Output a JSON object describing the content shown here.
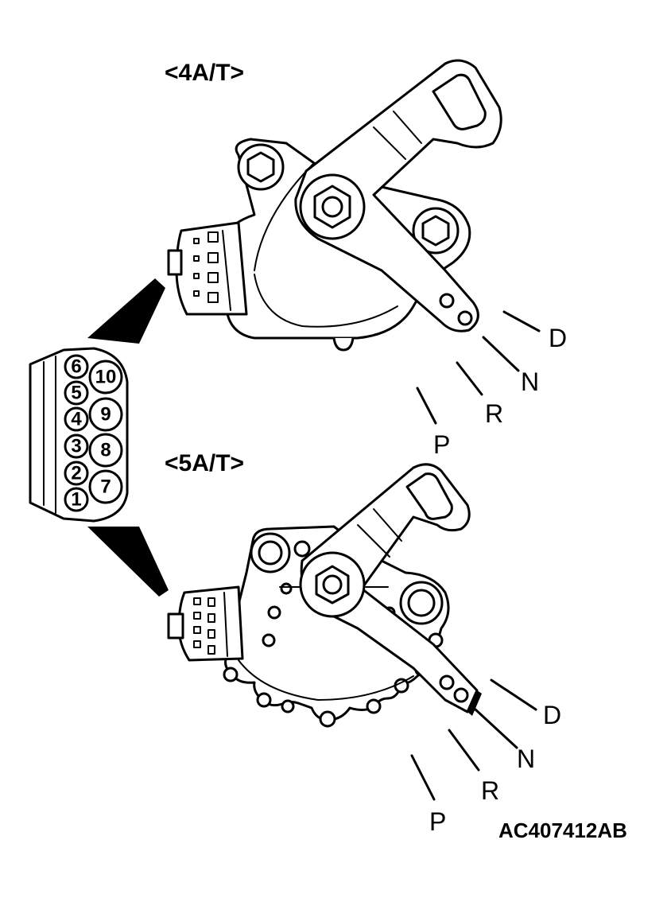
{
  "labels": {
    "heading_4at": "<4A/T>",
    "heading_5at": "<5A/T>",
    "figure_code": "AC407412AB"
  },
  "positions_4at": {
    "d": "D",
    "n": "N",
    "r": "R",
    "p": "P"
  },
  "positions_5at": {
    "d": "D",
    "n": "N",
    "r": "R",
    "p": "P"
  },
  "connector_pins": {
    "left": [
      "6",
      "5",
      "4",
      "3",
      "2",
      "1"
    ],
    "right": [
      "10",
      "9",
      "8",
      "7"
    ]
  }
}
